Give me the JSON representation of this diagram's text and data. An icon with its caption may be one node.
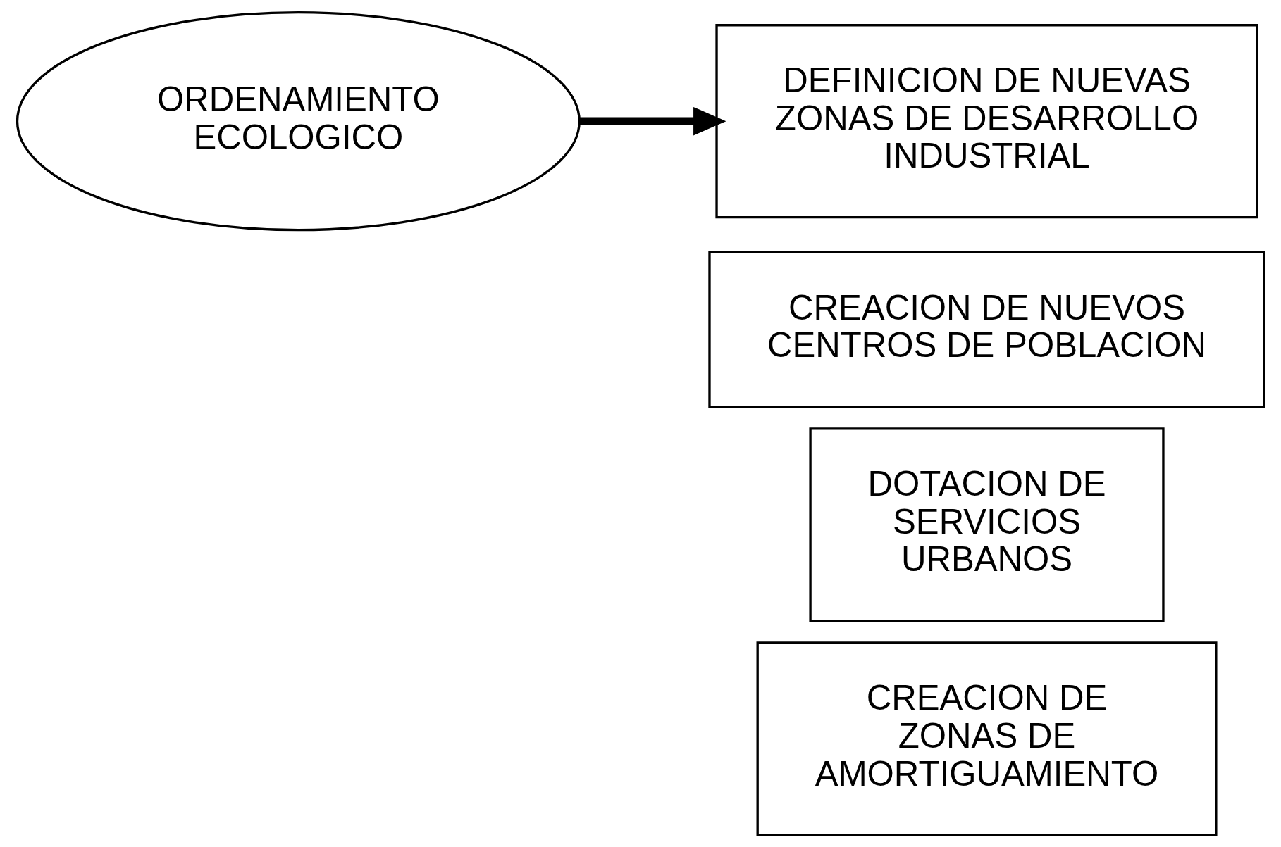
{
  "diagram": {
    "nodes": [
      {
        "text": [
          "ORDENAMIENTO ECOLOGICO"
        ]
      },
      {
        "text": [
          "DEFINICION DE NUEVAS ZONAS DE DESARROLLO INDUSTRIAL"
        ]
      },
      {
        "text": [
          "CREACION DE NUEVOS CENTROS DE POBLACION"
        ]
      },
      {
        "text": [
          "DOTACION DE SERVICIOS URBANOS"
        ]
      },
      {
        "text": [
          "CREACION DE ZONAS DE AMORTIGUAMIENTO"
        ]
      }
    ],
    "edges": [
      {
        "from": 0,
        "to": 1,
        "arrow": "to"
      }
    ]
  }
}
